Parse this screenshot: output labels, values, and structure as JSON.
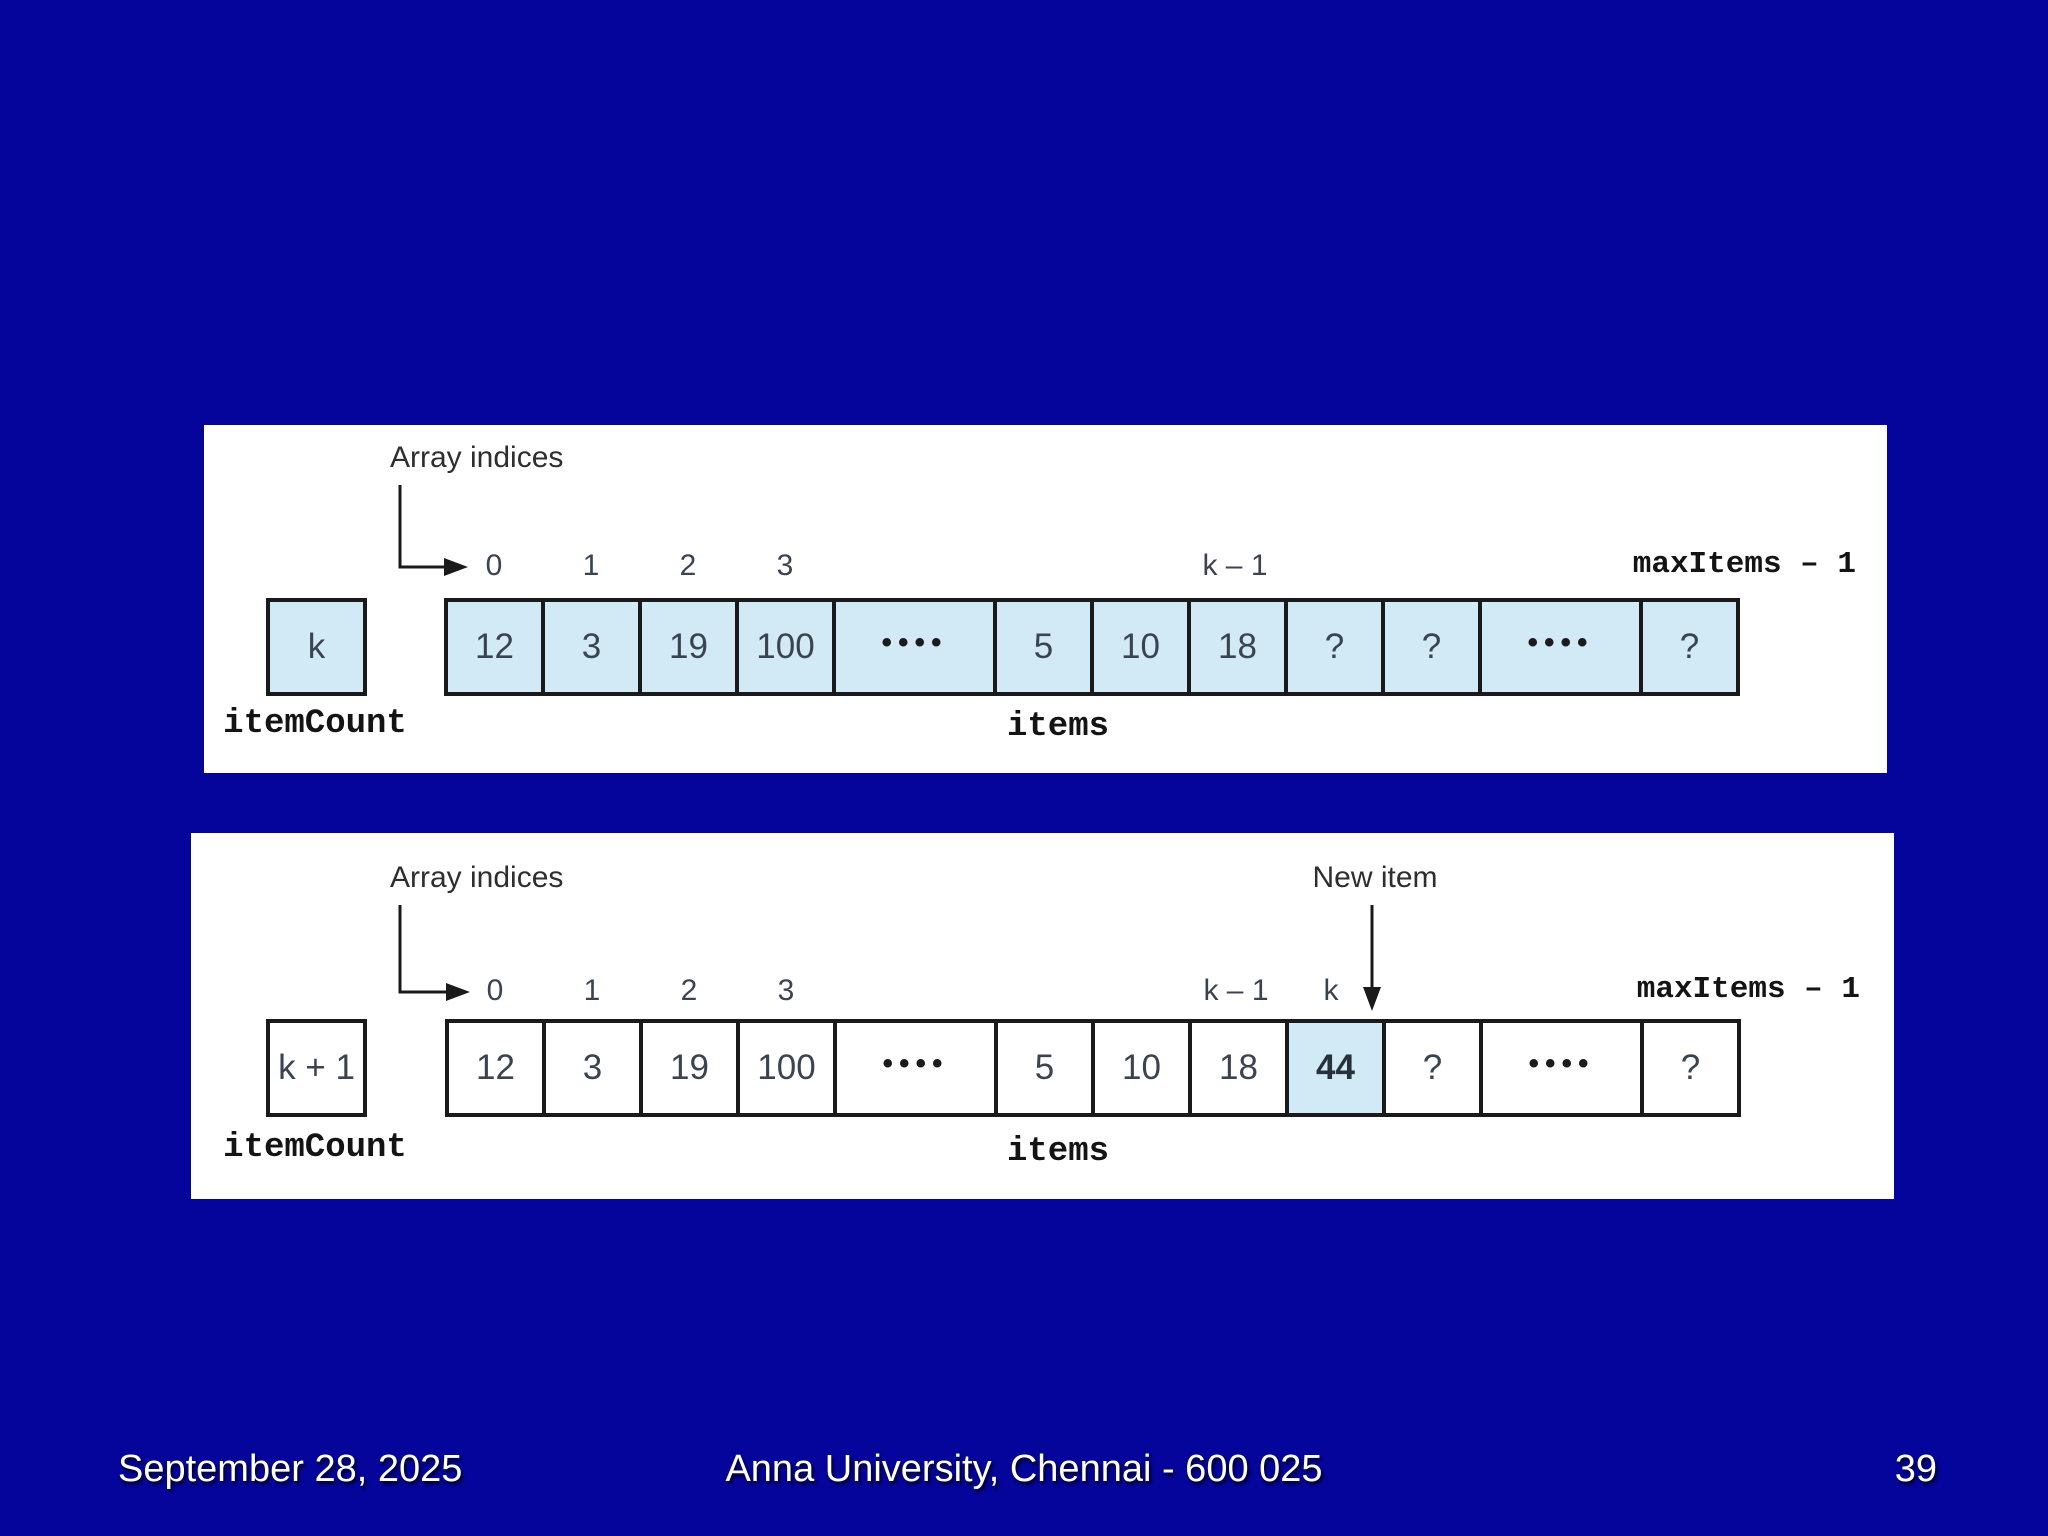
{
  "slide": {
    "colors": {
      "background": "#05059B",
      "panel": "#FFFFFF",
      "cell_highlight_blue": "#D2E9F6",
      "cell_border": "#1A1A1A"
    },
    "footer": {
      "date": "September 28, 2025",
      "institution": "Anna University, Chennai - 600 025",
      "page_number": "39"
    }
  },
  "diagrams": [
    {
      "name": "array-before-insertion",
      "array_indices_label": "Array indices",
      "index_labels": [
        "0",
        "1",
        "2",
        "3",
        "k – 1",
        "maxItems – 1"
      ],
      "item_count_value": "k",
      "item_count_label": "itemCount",
      "items_label": "items",
      "cells": [
        {
          "value": "12",
          "style": "blue"
        },
        {
          "value": "3",
          "style": "blue"
        },
        {
          "value": "19",
          "style": "blue"
        },
        {
          "value": "100",
          "style": "blue"
        },
        {
          "value": "••••",
          "type": "dots",
          "style": "blue"
        },
        {
          "value": "5",
          "style": "blue"
        },
        {
          "value": "10",
          "style": "blue"
        },
        {
          "value": "18",
          "style": "blue"
        },
        {
          "value": "?",
          "style": "blue"
        },
        {
          "value": "?",
          "style": "blue"
        },
        {
          "value": "••••",
          "type": "dots",
          "style": "blue"
        },
        {
          "value": "?",
          "style": "blue"
        }
      ]
    },
    {
      "name": "array-after-insertion",
      "array_indices_label": "Array indices",
      "new_item_label": "New item",
      "index_labels": [
        "0",
        "1",
        "2",
        "3",
        "k – 1",
        "k",
        "maxItems – 1"
      ],
      "item_count_value": "k + 1",
      "item_count_label": "itemCount",
      "items_label": "items",
      "inserted_value": "44",
      "cells": [
        {
          "value": "12",
          "style": "white"
        },
        {
          "value": "3",
          "style": "white"
        },
        {
          "value": "19",
          "style": "white"
        },
        {
          "value": "100",
          "style": "white"
        },
        {
          "value": "••••",
          "type": "dots",
          "style": "white"
        },
        {
          "value": "5",
          "style": "white"
        },
        {
          "value": "10",
          "style": "white"
        },
        {
          "value": "18",
          "style": "white"
        },
        {
          "value": "44",
          "style": "highlight"
        },
        {
          "value": "?",
          "style": "white"
        },
        {
          "value": "••••",
          "type": "dots",
          "style": "white"
        },
        {
          "value": "?",
          "style": "white"
        }
      ]
    }
  ]
}
